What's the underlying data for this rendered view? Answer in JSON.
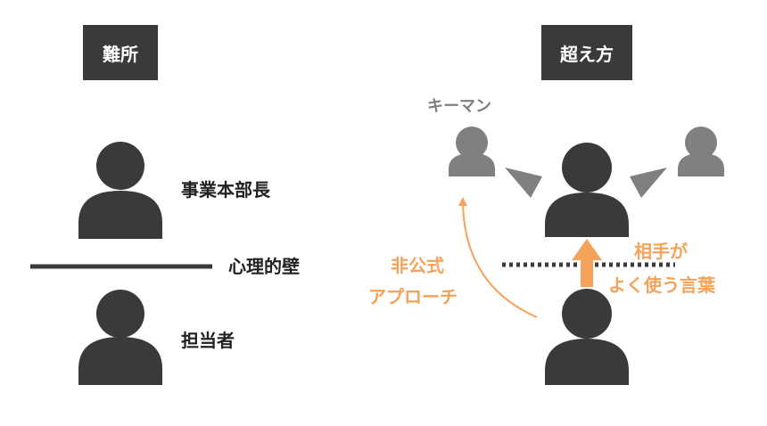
{
  "colors": {
    "dark": "#3a3a3a",
    "gray": "#808080",
    "orange": "#f5a25a",
    "text": "#222222"
  },
  "left": {
    "header": "難所",
    "top_person_label": "事業本部長",
    "wall_label": "心理的壁",
    "bottom_person_label": "担当者"
  },
  "right": {
    "header": "超え方",
    "keyman_label": "キーマン",
    "informal_line1": "非公式",
    "informal_line2": "アプローチ",
    "words_line1": "相手が",
    "words_line2": "よく使う言葉"
  },
  "icons": [
    "person-icon",
    "arrow-icon"
  ]
}
